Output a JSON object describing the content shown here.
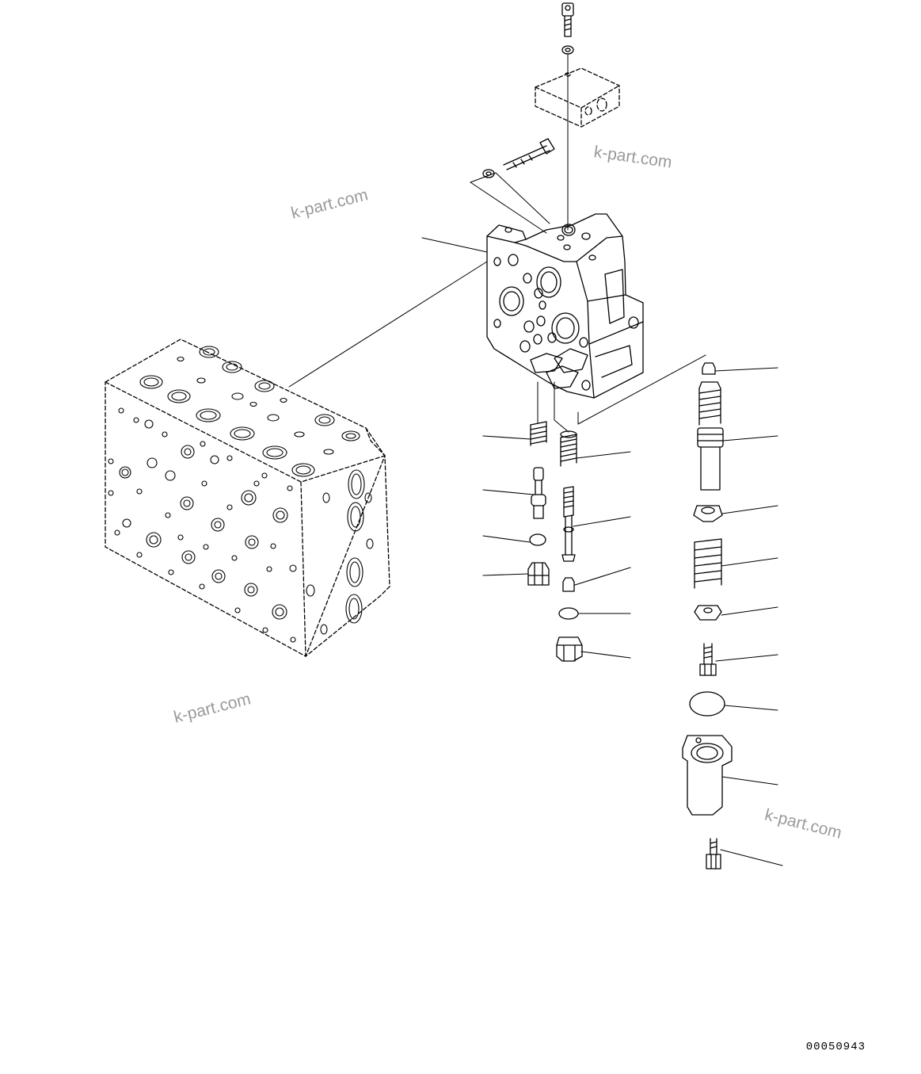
{
  "watermarks": [
    "k-part.com",
    "k-part.com",
    "k-part.com",
    "k-part.com"
  ],
  "drawing_number": "00050943",
  "colors": {
    "line": "#000000",
    "watermark": "#9a9a9a",
    "background": "#ffffff"
  }
}
